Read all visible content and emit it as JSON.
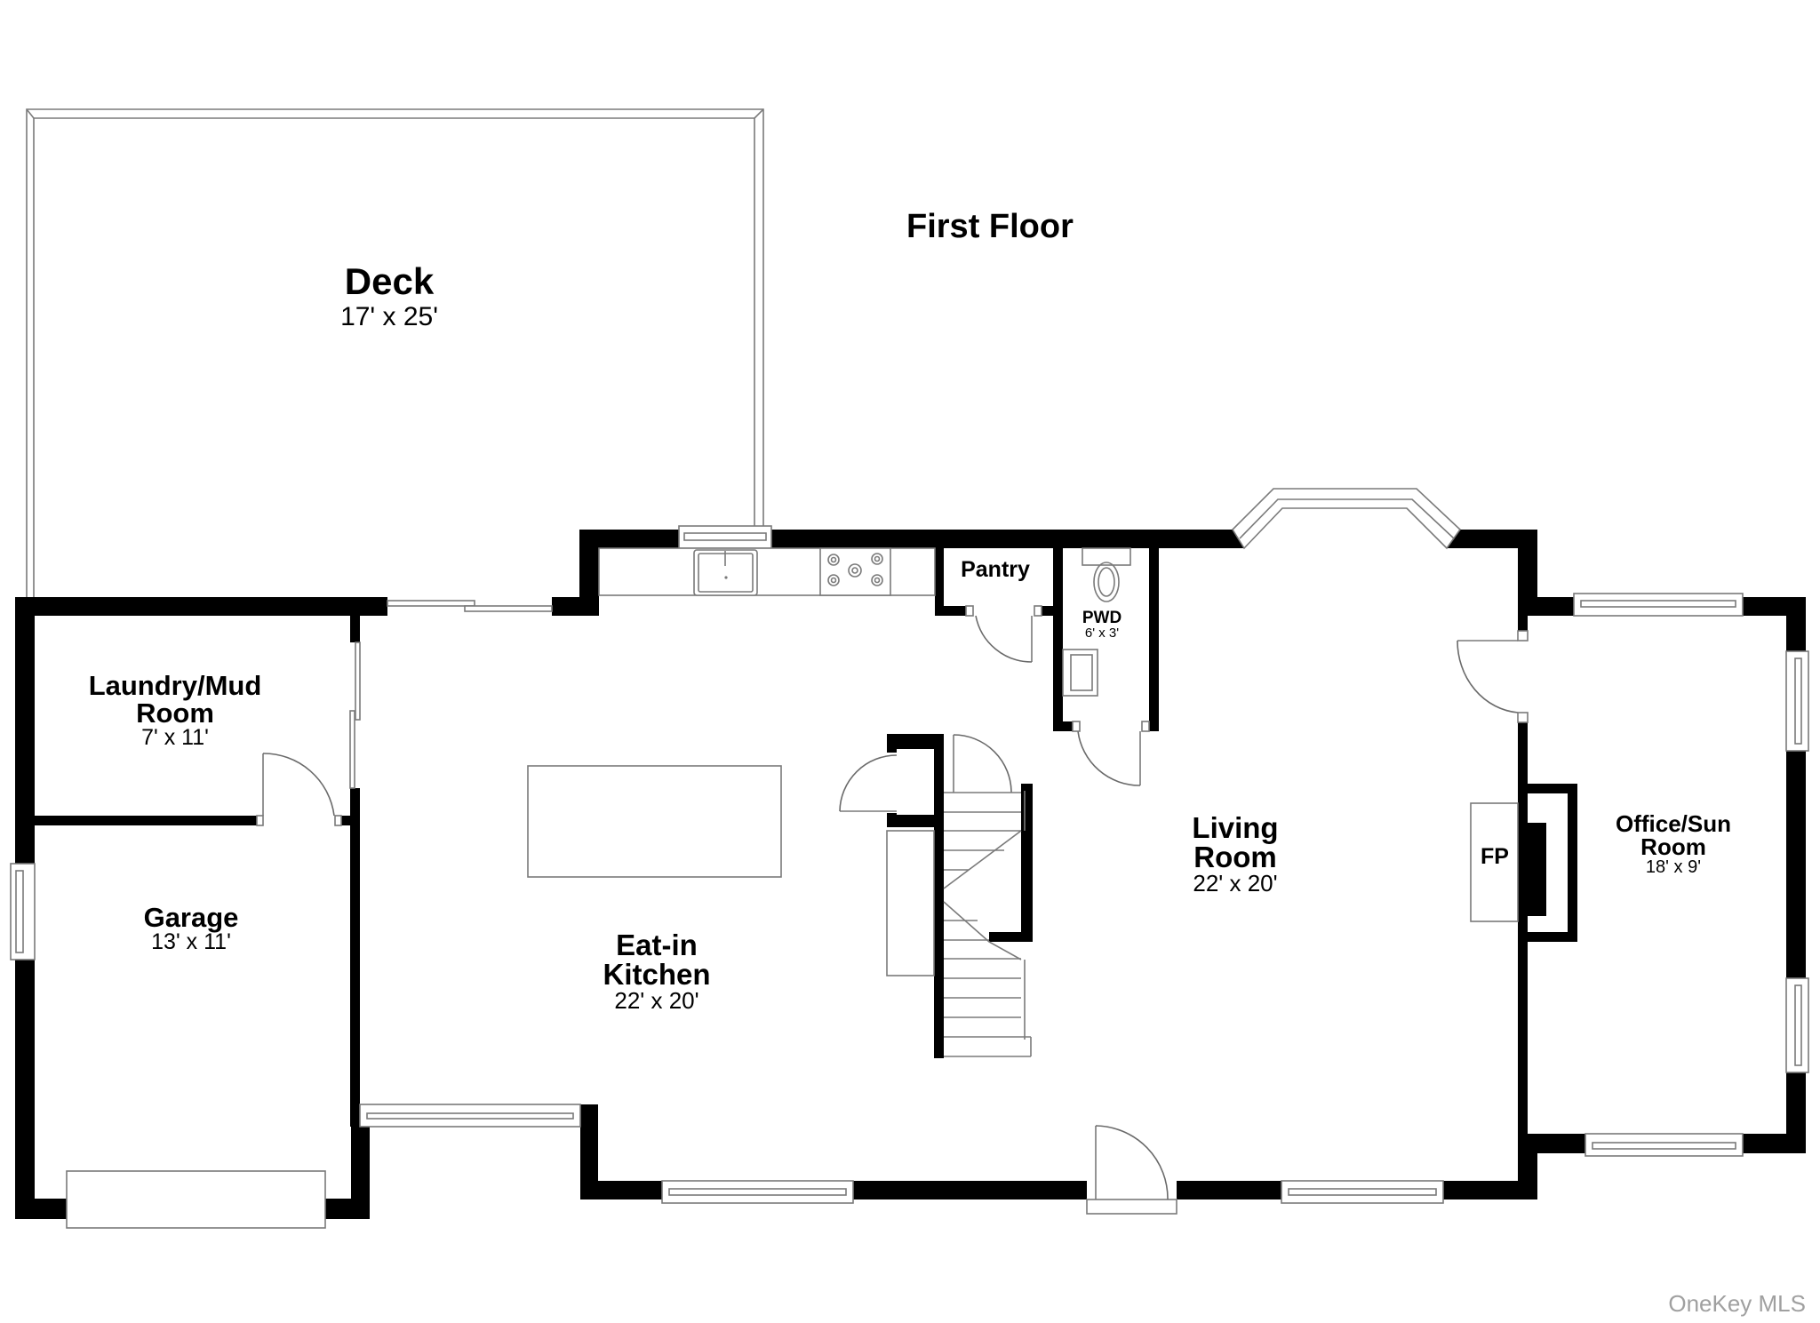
{
  "plan": {
    "title": "First Floor",
    "accent_wall_color": "#000000",
    "fixture_line_color": "#7a7a7a"
  },
  "rooms": {
    "deck": {
      "name": "Deck",
      "dims": "17' x 25'"
    },
    "laundry": {
      "name_line1": "Laundry/Mud",
      "name_line2": "Room",
      "dims": "7' x 11'"
    },
    "garage": {
      "name": "Garage",
      "dims": "13' x 11'"
    },
    "kitchen": {
      "name_line1": "Eat-in",
      "name_line2": "Kitchen",
      "dims": "22' x 20'"
    },
    "pantry": {
      "name": "Pantry"
    },
    "pwd": {
      "name": "PWD",
      "dims": "6' x 3'"
    },
    "living": {
      "name_line1": "Living",
      "name_line2": "Room",
      "dims": "22' x 20'"
    },
    "office": {
      "name_line1": "Office/Sun",
      "name_line2": "Room",
      "dims": "18' x 9'"
    },
    "fireplace": {
      "name": "FP"
    }
  },
  "watermark": "OneKey MLS"
}
